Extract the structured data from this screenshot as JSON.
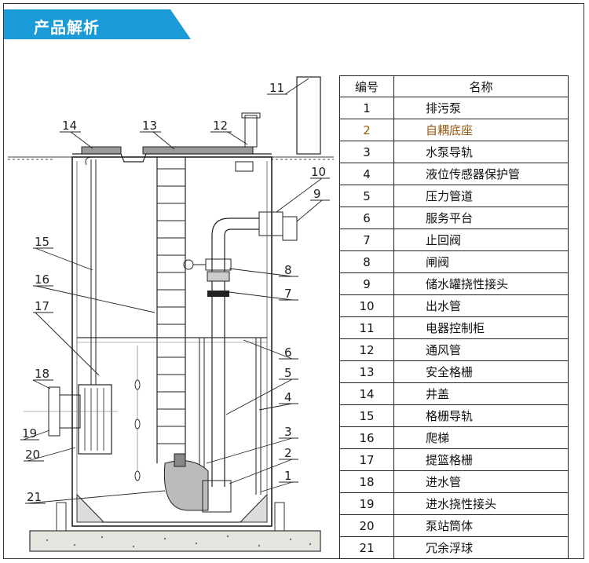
{
  "header": {
    "title": "产品解析",
    "color": "#1a9bd7"
  },
  "table": {
    "headers": {
      "number": "编号",
      "name": "名称"
    },
    "rows": [
      {
        "num": "1",
        "name": "排污泵"
      },
      {
        "num": "2",
        "name": "自耦底座"
      },
      {
        "num": "3",
        "name": "水泵导轨"
      },
      {
        "num": "4",
        "name": "液位传感器保护管"
      },
      {
        "num": "5",
        "name": "压力管道"
      },
      {
        "num": "6",
        "name": "服务平台"
      },
      {
        "num": "7",
        "name": "止回阀"
      },
      {
        "num": "8",
        "name": "闸阀"
      },
      {
        "num": "9",
        "name": "储水罐挠性接头"
      },
      {
        "num": "10",
        "name": "出水管"
      },
      {
        "num": "11",
        "name": "电器控制柜"
      },
      {
        "num": "12",
        "name": "通风管"
      },
      {
        "num": "13",
        "name": "安全格栅"
      },
      {
        "num": "14",
        "name": "井盖"
      },
      {
        "num": "15",
        "name": "格栅导轨"
      },
      {
        "num": "16",
        "name": "爬梯"
      },
      {
        "num": "17",
        "name": "提篮格栅"
      },
      {
        "num": "18",
        "name": "进水管"
      },
      {
        "num": "19",
        "name": "进水挠性接头"
      },
      {
        "num": "20",
        "name": "泵站筒体"
      },
      {
        "num": "21",
        "name": "冗余浮球"
      }
    ]
  },
  "callouts": {
    "c1": "1",
    "c2": "2",
    "c3": "3",
    "c4": "4",
    "c5": "5",
    "c6": "6",
    "c7": "7",
    "c8": "8",
    "c9": "9",
    "c10": "10",
    "c11": "11",
    "c12": "12",
    "c13": "13",
    "c14": "14",
    "c15": "15",
    "c16": "16",
    "c17": "17",
    "c18": "18",
    "c19": "19",
    "c20": "20",
    "c21": "21"
  }
}
